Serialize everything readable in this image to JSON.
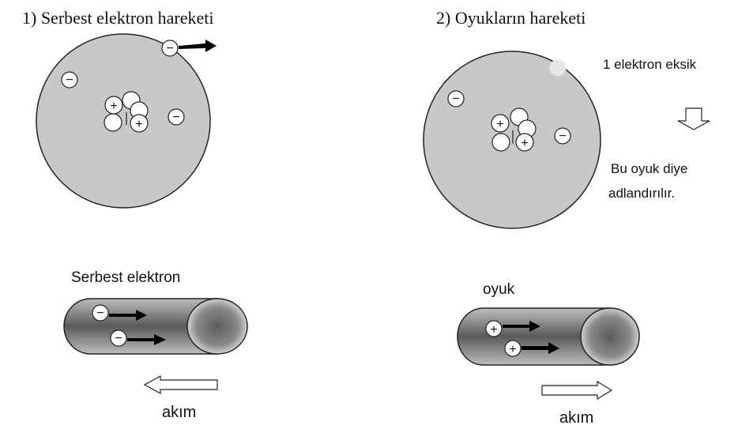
{
  "panel1": {
    "heading": "1)   Serbest elektron hareketi",
    "tube_label": "Serbest elektron",
    "current_label": "akım"
  },
  "panel2": {
    "heading": "2) Oyukların hareketi",
    "note": "1 elektron eksik",
    "caption_line1": "Bu oyuk diye",
    "caption_line2": "adlandırılır.",
    "tube_label": "oyuk",
    "current_label": "akım"
  },
  "symbols": {
    "minus": "−",
    "plus": "+"
  },
  "colors": {
    "atom_fill": "#c8c8c8",
    "outline": "#222222",
    "arrow": "#000000",
    "hollow_arrow_fill": "#ffffff",
    "tube_dark": "#555555",
    "tube_light": "#e8e8e8"
  }
}
